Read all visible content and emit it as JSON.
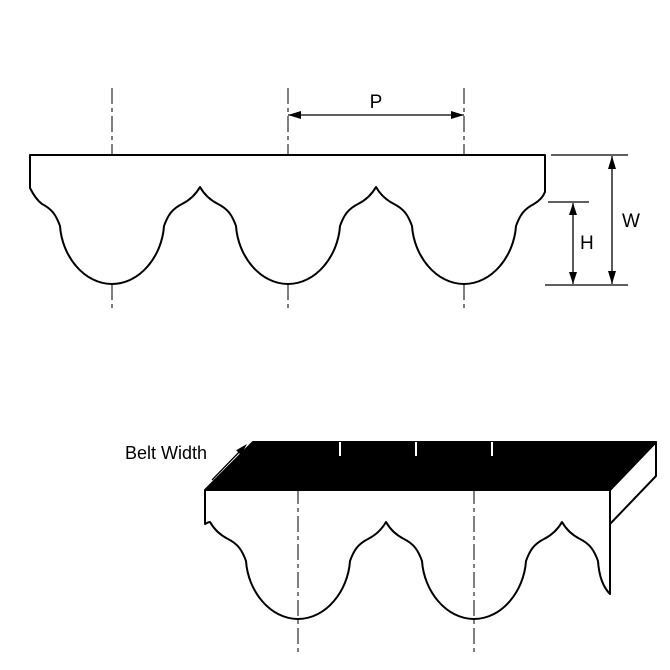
{
  "labels": {
    "pitch": "P",
    "overall_height": "W",
    "tooth_height": "H",
    "belt_width": "Belt Width"
  },
  "colors": {
    "line": "#000000",
    "belt_fill": "#ffffff",
    "top_face_fill": "#000000",
    "background": "#ffffff"
  }
}
